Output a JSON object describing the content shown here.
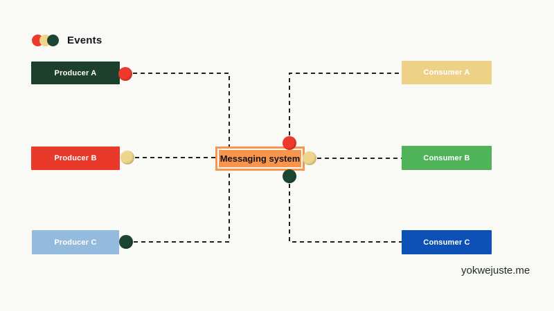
{
  "legend": {
    "label": "Events",
    "dot_colors": {
      "red": "#ee3a2c",
      "yellow": "#efd48c",
      "green": "#1c4631"
    }
  },
  "nodes": {
    "producers": [
      {
        "label": "Producer A",
        "color": "#1d402c",
        "event_color": "#ee3a2c"
      },
      {
        "label": "Producer B",
        "color": "#e8392b",
        "event_color": "#efd48c"
      },
      {
        "label": "Producer C",
        "color": "#94badd",
        "event_color": "#1c4631"
      }
    ],
    "hub": {
      "label": "Messaging system",
      "color": "#f8944b"
    },
    "consumers": [
      {
        "label": "Consumer A",
        "color": "#edd186",
        "event_color": "#ee3a2c"
      },
      {
        "label": "Consumer B",
        "color": "#4fb35a",
        "event_color": "#efd48c"
      },
      {
        "label": "Consumer C",
        "color": "#0d51b6",
        "event_color": "#1c4631"
      }
    ]
  },
  "watermark": "yokwejuste.me",
  "colors": {
    "background": "#f9f9f6",
    "line": "#1e1e1e"
  }
}
